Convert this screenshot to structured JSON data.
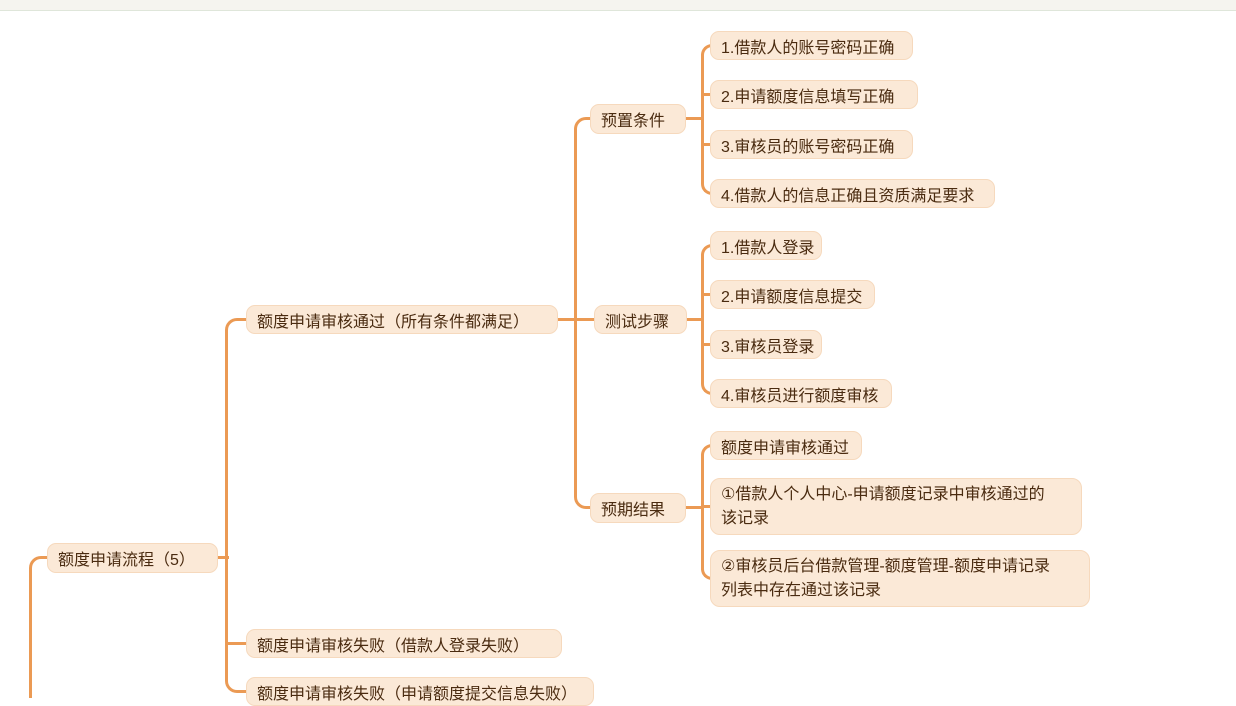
{
  "colors": {
    "connector_line": "#eb9a54",
    "node_fill": "#fbe9d7",
    "node_border": "#f6d9bd",
    "node_text": "#4a2b10",
    "topbar_bg": "#f5f4ef",
    "topbar_border": "#dfe6da"
  },
  "mindmap": {
    "root": {
      "label": "额度申请流程（5）"
    },
    "branches": [
      {
        "label": "额度申请审核通过（所有条件都满足）",
        "sections": [
          {
            "label": "预置条件",
            "items": [
              "1.借款人的账号密码正确",
              "2.申请额度信息填写正确",
              "3.审核员的账号密码正确",
              "4.借款人的信息正确且资质满足要求"
            ]
          },
          {
            "label": "测试步骤",
            "items": [
              "1.借款人登录",
              "2.申请额度信息提交",
              "3.审核员登录",
              "4.审核员进行额度审核"
            ]
          },
          {
            "label": "预期结果",
            "items": [
              "额度申请审核通过",
              {
                "lines": [
                  "①借款人个人中心-申请额度记录中审核通过的",
                  "该记录"
                ]
              },
              {
                "lines": [
                  "②审核员后台借款管理-额度管理-额度申请记录",
                  "列表中存在通过该记录"
                ]
              }
            ]
          }
        ]
      },
      {
        "label": "额度申请审核失败（借款人登录失败）"
      },
      {
        "label": "额度申请审核失败（申请额度提交信息失败）"
      }
    ]
  }
}
